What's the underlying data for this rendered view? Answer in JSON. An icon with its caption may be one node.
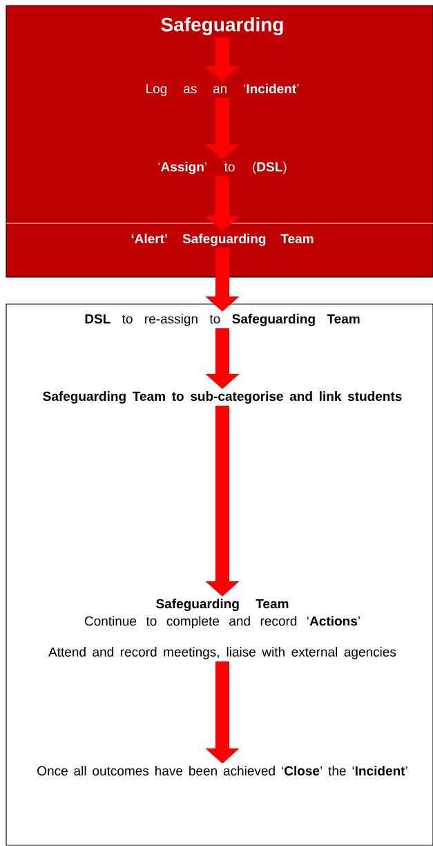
{
  "diagram": {
    "nodes": [
      {
        "text": [],
        "shape": "box"
      },
      {
        "text": [
          "Safeguarding"
        ],
        "in": 0
      },
      {
        "text": [
          "Log as an ‘**Incident**’"
        ],
        "in": 0
      },
      {
        "text": [
          "‘**Assign**’ to (**DSL**)"
        ],
        "in": 0
      },
      {
        "text": [
          "‘Alert’ Safeguarding Team"
        ],
        "in": 0
      },
      {
        "text": [],
        "shape": "box"
      },
      {
        "text": [
          "**DSL** to re-assign to **Safeguarding Team**"
        ],
        "in": 5
      },
      {
        "text": [
          "Safeguarding Team to sub-categorise and link students"
        ],
        "in": 5
      },
      {
        "text": [
          "Safeguarding Team",
          "Continue to complete and record ‘**Actions**’",
          "Attend and record meetings, liaise with external agencies"
        ],
        "in": 5
      },
      {
        "text": [
          "Once all outcomes have been achieved ‘**Close**’ the ‘**Incident**’"
        ],
        "in": 5
      }
    ],
    "edges": [
      {
        "from": 1,
        "to": 2,
        "arrow": "to"
      },
      {
        "from": 2,
        "to": 3,
        "arrow": "to"
      },
      {
        "from": 3,
        "to": 4,
        "arrow": "to"
      },
      {
        "from": 4,
        "to": 6,
        "arrow": "to"
      },
      {
        "from": 6,
        "to": 7,
        "arrow": "to"
      },
      {
        "from": 7,
        "to": 8,
        "arrow": "to"
      },
      {
        "from": 8,
        "to": 9,
        "arrow": "to"
      }
    ]
  }
}
